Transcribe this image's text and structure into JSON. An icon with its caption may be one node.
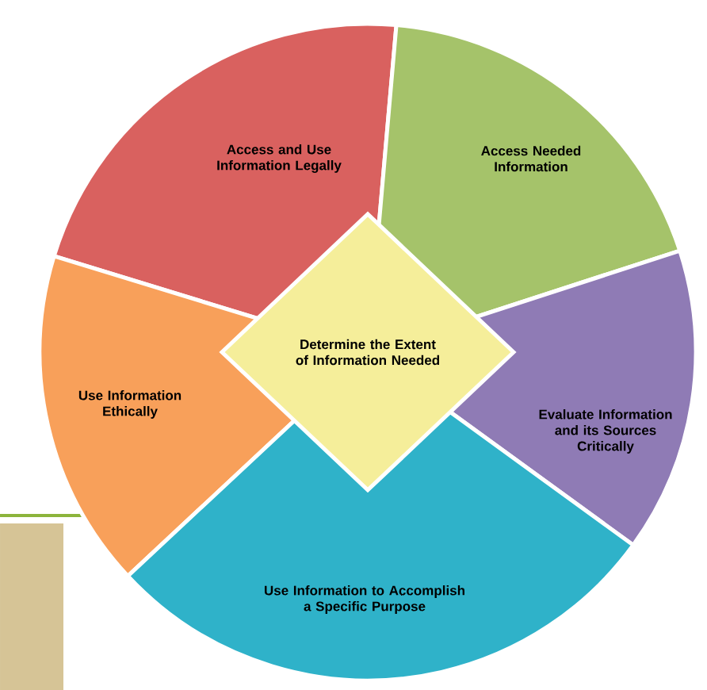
{
  "diagram": {
    "nodes": [
      {
        "text": [
          "Access and Use Information Legally"
        ]
      },
      {
        "text": [
          "Access Needed Information"
        ]
      },
      {
        "text": [
          "Use Information Ethically"
        ]
      },
      {
        "text": [
          "Determine the Extent of Information Needed"
        ]
      },
      {
        "text": [
          "Evaluate Information and its Sources Critically"
        ]
      },
      {
        "text": [
          "Use Information to Accomplish a Specific Purpose"
        ]
      }
    ]
  }
}
